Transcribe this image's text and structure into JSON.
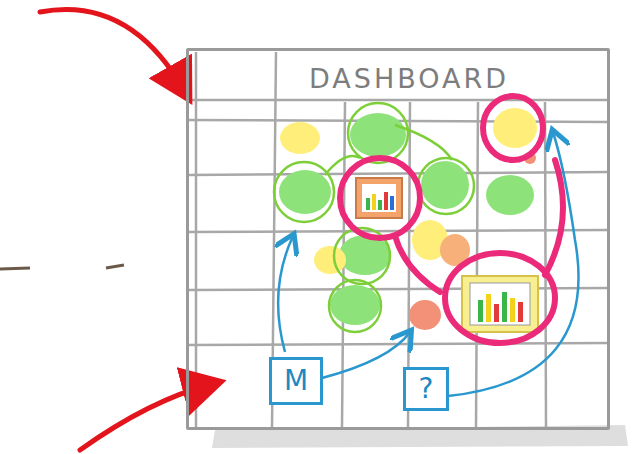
{
  "diagram": {
    "nodes": [
      {
        "text": [
          "DASHBOARD"
        ]
      },
      {
        "text": [
          "M"
        ],
        "in": 0
      },
      {
        "text": [
          "?"
        ],
        "in": 0
      }
    ]
  }
}
